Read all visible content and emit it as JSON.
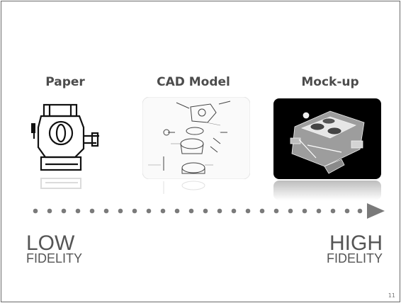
{
  "stages": [
    {
      "label": "Paper",
      "image": "paper-carburetor-drawing"
    },
    {
      "label": "CAD Model",
      "image": "cad-exploded-carburetor"
    },
    {
      "label": "Mock-up",
      "image": "photo-carburetor-mockup"
    }
  ],
  "scale": {
    "low_word": "LOW",
    "low_sub": "FIDELITY",
    "high_word": "HIGH",
    "high_sub": "FIDELITY"
  },
  "arrow_icon": "dotted-arrow-right",
  "page_number": "11",
  "colors": {
    "label": "#4c4c4c",
    "dots": "#7a7a7a",
    "mockup_bg": "#000000"
  }
}
